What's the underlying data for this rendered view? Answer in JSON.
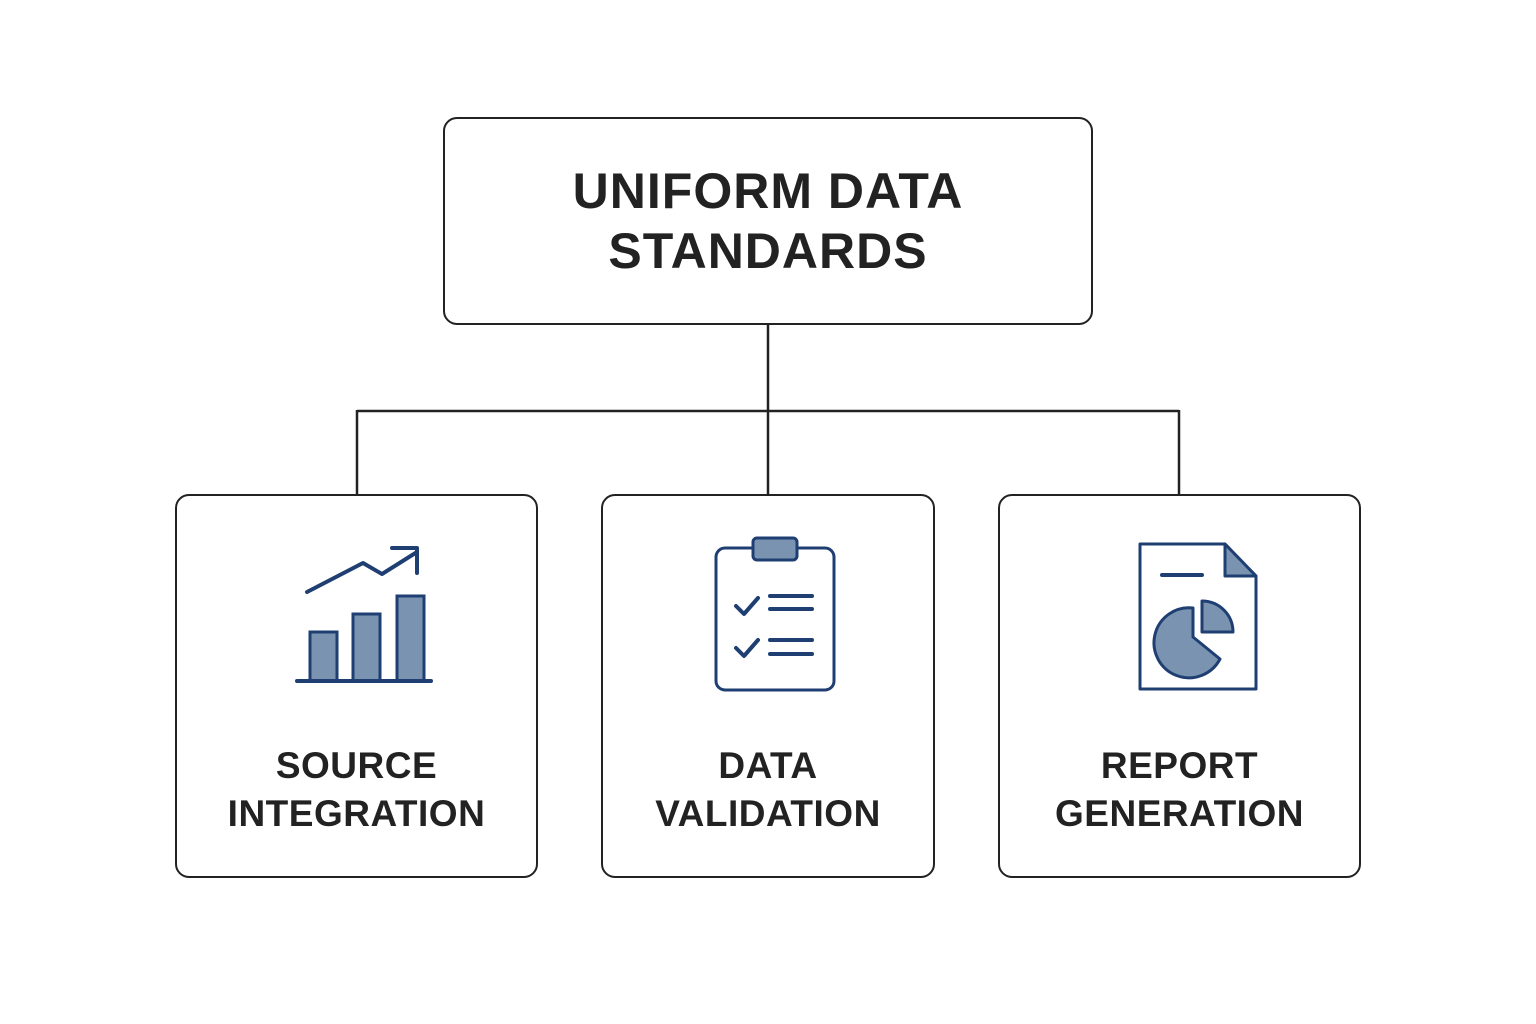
{
  "diagram": {
    "root": {
      "lines": [
        "UNIFORM DATA",
        "STANDARDS"
      ]
    },
    "children": [
      {
        "icon": "bar-chart-trend-icon",
        "lines": [
          "SOURCE",
          "INTEGRATION"
        ]
      },
      {
        "icon": "clipboard-checklist-icon",
        "lines": [
          "DATA",
          "VALIDATION"
        ]
      },
      {
        "icon": "report-pie-chart-icon",
        "lines": [
          "REPORT",
          "GENERATION"
        ]
      }
    ]
  },
  "colors": {
    "outline": "#222222",
    "icon_stroke": "#1f3f73",
    "icon_fill": "#7a93b0"
  }
}
